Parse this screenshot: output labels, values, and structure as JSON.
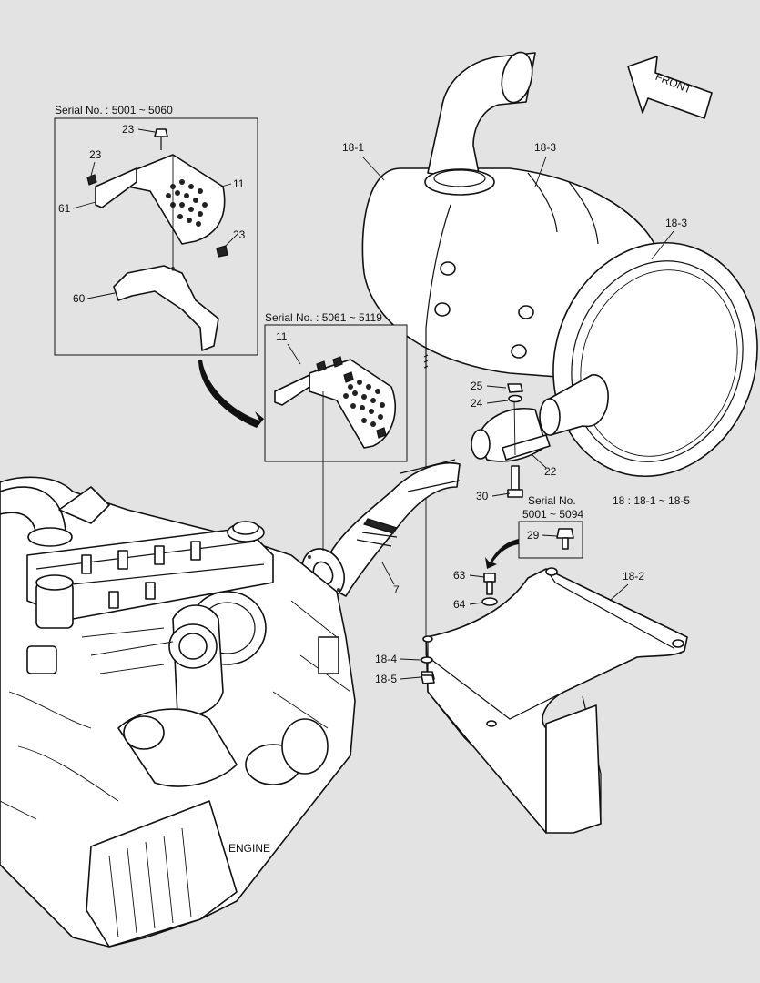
{
  "front_arrow": {
    "label": "FRONT"
  },
  "insets": {
    "serial_a": {
      "label": "Serial No. : 5001 ~ 5060"
    },
    "serial_b": {
      "label": "Serial No. : 5061 ~ 5119"
    },
    "serial_c": {
      "line1": "Serial No.",
      "line2": "5001 ~ 5094"
    }
  },
  "note": "18 : 18-1 ~ 18-5",
  "engine_label": "ENGINE",
  "parts": {
    "p18_1": "18-1",
    "p18_3a": "18-3",
    "p18_3b": "18-3",
    "p25": "25",
    "p24": "24",
    "p22": "22",
    "p30": "30",
    "p29": "29",
    "p7": "7",
    "p63": "63",
    "p64": "64",
    "p18_2": "18-2",
    "p18_4": "18-4",
    "p18_5": "18-5",
    "p23a": "23",
    "p23b": "23",
    "p23c": "23",
    "p11a": "11",
    "p11b": "11",
    "p61": "61",
    "p60": "60"
  }
}
